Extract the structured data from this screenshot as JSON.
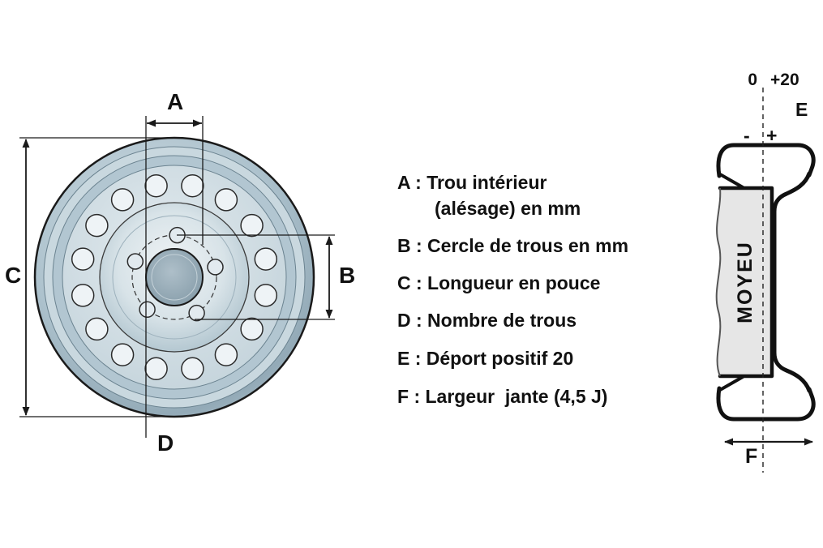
{
  "wheel_view": {
    "labels": {
      "a": "A",
      "b": "B",
      "c": "C",
      "d": "D"
    }
  },
  "legend": {
    "lines": [
      "A : Trou intérieur",
      "(alésage) en mm",
      "B : Cercle de trous en mm",
      "C : Longueur en pouce",
      "D : Nombre de trous",
      "E : Déport positif 20",
      "F : Largeur  jante (4,5 J)"
    ]
  },
  "section_view": {
    "zero": "0",
    "offset": "+20",
    "e": "E",
    "minus": "-",
    "plus": "+",
    "hub": "MOYEU",
    "f": "F"
  },
  "colors": {
    "line": "#1a1a1a",
    "wheel_steel": "#a8bec9",
    "hub_fill": "#e6e6e6",
    "background": "#ffffff"
  }
}
